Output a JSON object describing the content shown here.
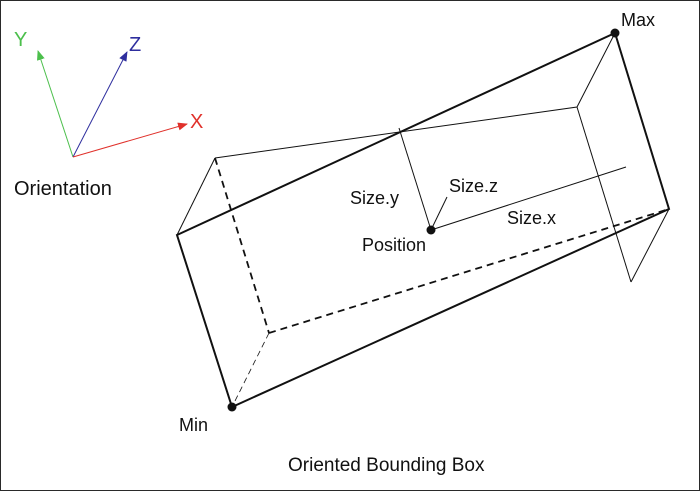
{
  "axes": {
    "x_label": "X",
    "y_label": "Y",
    "z_label": "Z",
    "orientation_label": "Orientation"
  },
  "box": {
    "max_label": "Max",
    "min_label": "Min",
    "position_label": "Position",
    "size_x_label": "Size.x",
    "size_y_label": "Size.y",
    "size_z_label": "Size.z"
  },
  "caption": "Oriented Bounding Box",
  "colors": {
    "x_axis": "#e0312b",
    "y_axis": "#4cbf4c",
    "z_axis": "#2e2e9e",
    "line": "#111111"
  }
}
